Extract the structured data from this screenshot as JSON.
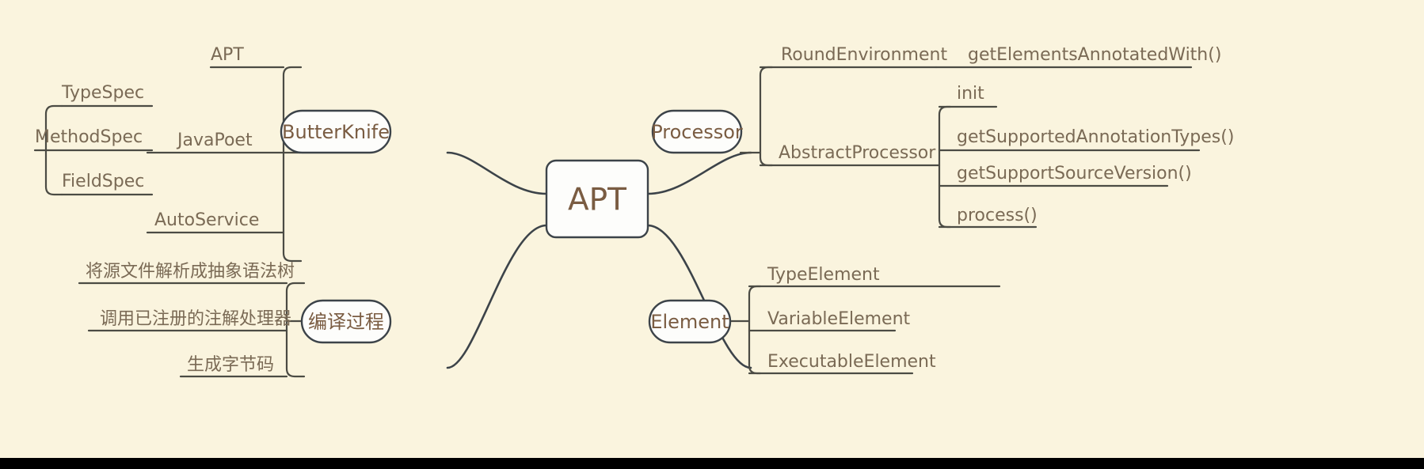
{
  "diagram": {
    "type": "mindmap",
    "title": "APT",
    "background_color": "#faf4de",
    "node_fill_color": "#fdfdfb",
    "node_border_color": "#3c4349",
    "node_text_color": "#7a5c42",
    "leaf_text_color": "#7a6a55",
    "root": {
      "label": "APT",
      "shape": "rounded-rect"
    },
    "branches": [
      {
        "id": "butterknife",
        "label": "ButterKnife",
        "shape": "stadium",
        "side": "left",
        "children": [
          {
            "id": "apt-annotation",
            "label": "APT",
            "leaves": []
          },
          {
            "id": "javapoet",
            "label": "JavaPoet",
            "leaves": [
              {
                "label": "TypeSpec"
              },
              {
                "label": "MethodSpec"
              },
              {
                "label": "FieldSpec"
              }
            ]
          },
          {
            "id": "autoservice",
            "label": "AutoService",
            "leaves": []
          }
        ]
      },
      {
        "id": "compile-process",
        "label": "编译过程",
        "shape": "stadium",
        "side": "left",
        "children": [
          {
            "id": "parse-ast",
            "label": "将源文件解析成抽象语法树",
            "leaves": []
          },
          {
            "id": "invoke-processors",
            "label": "调用已注册的注解处理器",
            "leaves": []
          },
          {
            "id": "generate-bytecode",
            "label": "生成字节码",
            "leaves": []
          }
        ]
      },
      {
        "id": "processor",
        "label": "Processor",
        "shape": "stadium",
        "side": "right",
        "children": [
          {
            "id": "round-environment",
            "label": "RoundEnvironment",
            "leaves": [
              {
                "label": "getElementsAnnotatedWith()"
              }
            ]
          },
          {
            "id": "abstract-processor",
            "label": "AbstractProcessor",
            "leaves": [
              {
                "label": "init"
              },
              {
                "label": "getSupportedAnnotationTypes()"
              },
              {
                "label": "getSupportSourceVersion()"
              },
              {
                "label": "process()"
              }
            ]
          }
        ]
      },
      {
        "id": "element",
        "label": "Element",
        "shape": "stadium",
        "side": "right",
        "children": [
          {
            "id": "type-element",
            "label": "TypeElement",
            "leaves": []
          },
          {
            "id": "variable-element",
            "label": "VariableElement",
            "leaves": []
          },
          {
            "id": "executable-element",
            "label": "ExecutableElement",
            "leaves": []
          }
        ]
      }
    ]
  }
}
